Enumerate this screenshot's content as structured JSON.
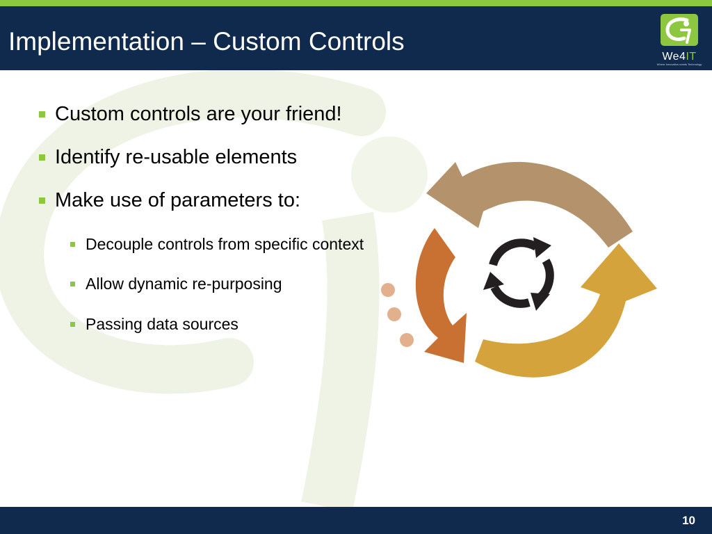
{
  "slide": {
    "title": "Implementation – Custom Controls",
    "page_number": "10"
  },
  "logo": {
    "text_main": "We4",
    "text_accent": "IT",
    "tagline": "Where Innovation meets Technology"
  },
  "bullets": [
    {
      "level": 1,
      "text": "Custom controls are your friend!"
    },
    {
      "level": 1,
      "text": "Identify re-usable elements"
    },
    {
      "level": 1,
      "text": "Make use of parameters to:"
    },
    {
      "level": 2,
      "text": "Decouple controls from specific context"
    },
    {
      "level": 2,
      "text": "Allow dynamic re-purposing"
    },
    {
      "level": 2,
      "text": "Passing data sources"
    }
  ],
  "colors": {
    "header_navy": "#0f2a4d",
    "accent_green": "#8dc63f",
    "arrow_tan": "#b4936c",
    "arrow_orange": "#c97132",
    "arrow_gold": "#d5a33c",
    "dots_peach": "#e3b08d",
    "inner_cycle_dark": "#231f20"
  },
  "graphic": {
    "icon": "cycle-arrows-diagram"
  }
}
